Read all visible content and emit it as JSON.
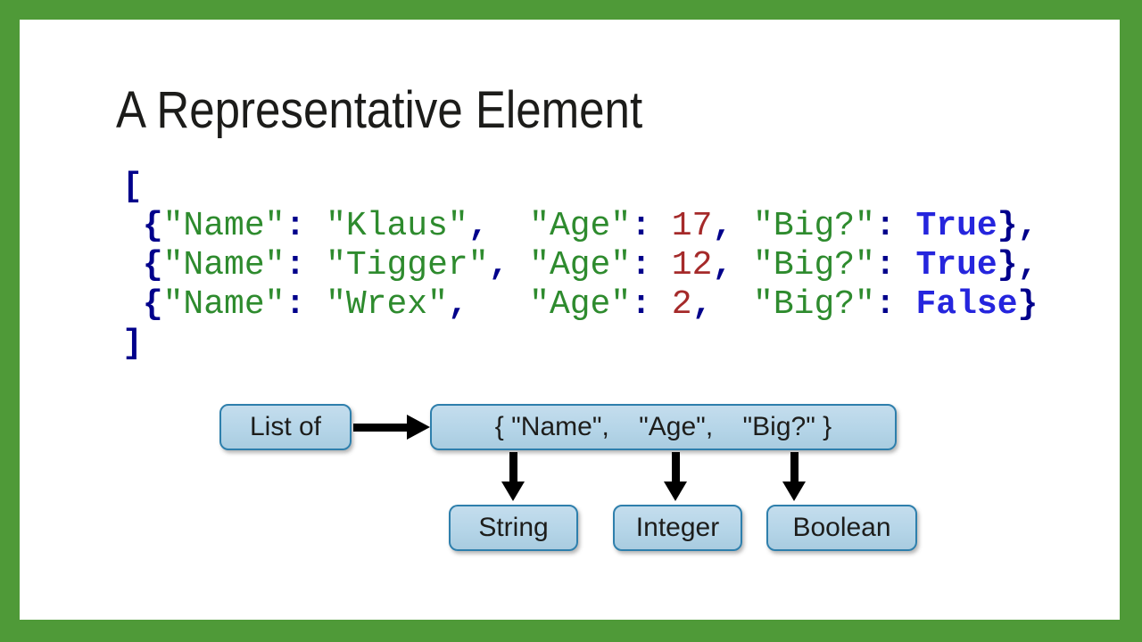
{
  "theme": {
    "frame_color": "#4F9A38",
    "slide_background": "#FFFFFF",
    "box_fill": "#B5D5E8",
    "box_border": "#2E7FAC",
    "arrow_color": "#000000",
    "code_colors": {
      "punct": "#00008B",
      "string": "#2E8B2E",
      "number": "#A52A2A",
      "keyword": "#2525DD"
    }
  },
  "slide": {
    "title": "A Representative Element"
  },
  "code": {
    "lines": [
      [
        [
          "p",
          "["
        ]
      ],
      [
        [
          "w",
          " "
        ],
        [
          "p",
          "{"
        ],
        [
          "s",
          "\"Name\""
        ],
        [
          "p",
          ":"
        ],
        [
          "w",
          " "
        ],
        [
          "s",
          "\"Klaus\""
        ],
        [
          "p",
          ","
        ],
        [
          "w",
          "  "
        ],
        [
          "s",
          "\"Age\""
        ],
        [
          "p",
          ":"
        ],
        [
          "w",
          " "
        ],
        [
          "n",
          "17"
        ],
        [
          "p",
          ","
        ],
        [
          "w",
          " "
        ],
        [
          "s",
          "\"Big?\""
        ],
        [
          "p",
          ":"
        ],
        [
          "w",
          " "
        ],
        [
          "k",
          "True"
        ],
        [
          "p",
          "},"
        ]
      ],
      [
        [
          "w",
          " "
        ],
        [
          "p",
          "{"
        ],
        [
          "s",
          "\"Name\""
        ],
        [
          "p",
          ":"
        ],
        [
          "w",
          " "
        ],
        [
          "s",
          "\"Tigger\""
        ],
        [
          "p",
          ","
        ],
        [
          "w",
          " "
        ],
        [
          "s",
          "\"Age\""
        ],
        [
          "p",
          ":"
        ],
        [
          "w",
          " "
        ],
        [
          "n",
          "12"
        ],
        [
          "p",
          ","
        ],
        [
          "w",
          " "
        ],
        [
          "s",
          "\"Big?\""
        ],
        [
          "p",
          ":"
        ],
        [
          "w",
          " "
        ],
        [
          "k",
          "True"
        ],
        [
          "p",
          "},"
        ]
      ],
      [
        [
          "w",
          " "
        ],
        [
          "p",
          "{"
        ],
        [
          "s",
          "\"Name\""
        ],
        [
          "p",
          ":"
        ],
        [
          "w",
          " "
        ],
        [
          "s",
          "\"Wrex\""
        ],
        [
          "p",
          ","
        ],
        [
          "w",
          "   "
        ],
        [
          "s",
          "\"Age\""
        ],
        [
          "p",
          ":"
        ],
        [
          "w",
          " "
        ],
        [
          "n",
          "2"
        ],
        [
          "p",
          ","
        ],
        [
          "w",
          "  "
        ],
        [
          "s",
          "\"Big?\""
        ],
        [
          "p",
          ":"
        ],
        [
          "w",
          " "
        ],
        [
          "k",
          "False"
        ],
        [
          "p",
          "}"
        ]
      ],
      [
        [
          "p",
          "]"
        ]
      ]
    ]
  },
  "diagram": {
    "nodes": {
      "list_of": "List of",
      "element": "{ \"Name\",    \"Age\",    \"Big?\" }",
      "string": "String",
      "integer": "Integer",
      "boolean": "Boolean"
    }
  }
}
